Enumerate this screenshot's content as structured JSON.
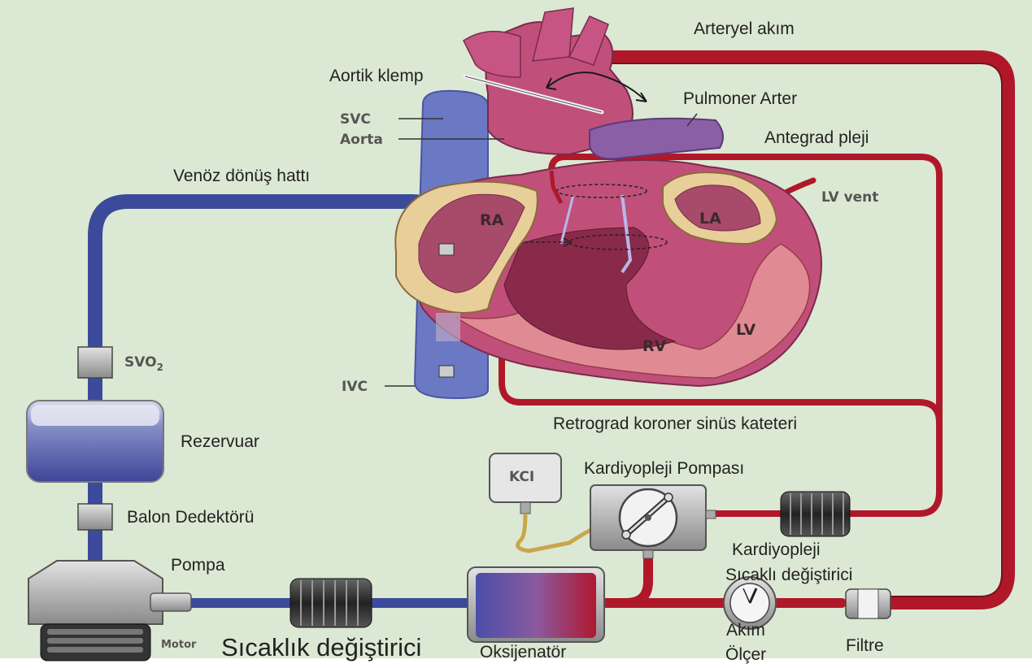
{
  "labels": {
    "aortik_klemp": "Aortik klemp",
    "arteryel_akim": "Arteryel akım",
    "pulmoner_arter": "Pulmoner Arter",
    "antegrad_pleji": "Antegrad pleji",
    "svc": "SVC",
    "aorta": "Aorta",
    "venoz_donus": "Venöz dönüş hattı",
    "ra": "RA",
    "la": "LA",
    "lv_vent": "LV vent",
    "lv": "LV",
    "rv": "RV",
    "ivc": "IVC",
    "svo2_main": "SVO",
    "svo2_sub": "2",
    "rezervuar": "Rezervuar",
    "retrograd": "Retrograd koroner sinüs kateteri",
    "kci": "KCI",
    "kardiyopleji_pompasi": "Kardiyopleji Pompası",
    "balon_dedektoru": "Balon Dedektörü",
    "kardiyopleji": "Kardiyopleji",
    "sicakli_degistirici": "Sıcaklı değiştirici",
    "pompa": "Pompa",
    "motor": "Motor",
    "sicaklik_degistirici": "Sıcaklık değiştirici",
    "oksijenator": "Oksijenatör",
    "akim": "Akım",
    "olcer": "Ölçer",
    "filtre": "Filtre"
  },
  "colors": {
    "background": "#dbe8d3",
    "venous_blue": "#3b4a9a",
    "arterial_red": "#b0182a",
    "heart_pink": "#c0507a",
    "muscle_pink": "#e08a94",
    "atrium_tan": "#e8cf9a",
    "vein_lightblue": "#6b78c4",
    "metal_gray": "#9a9a9a"
  }
}
